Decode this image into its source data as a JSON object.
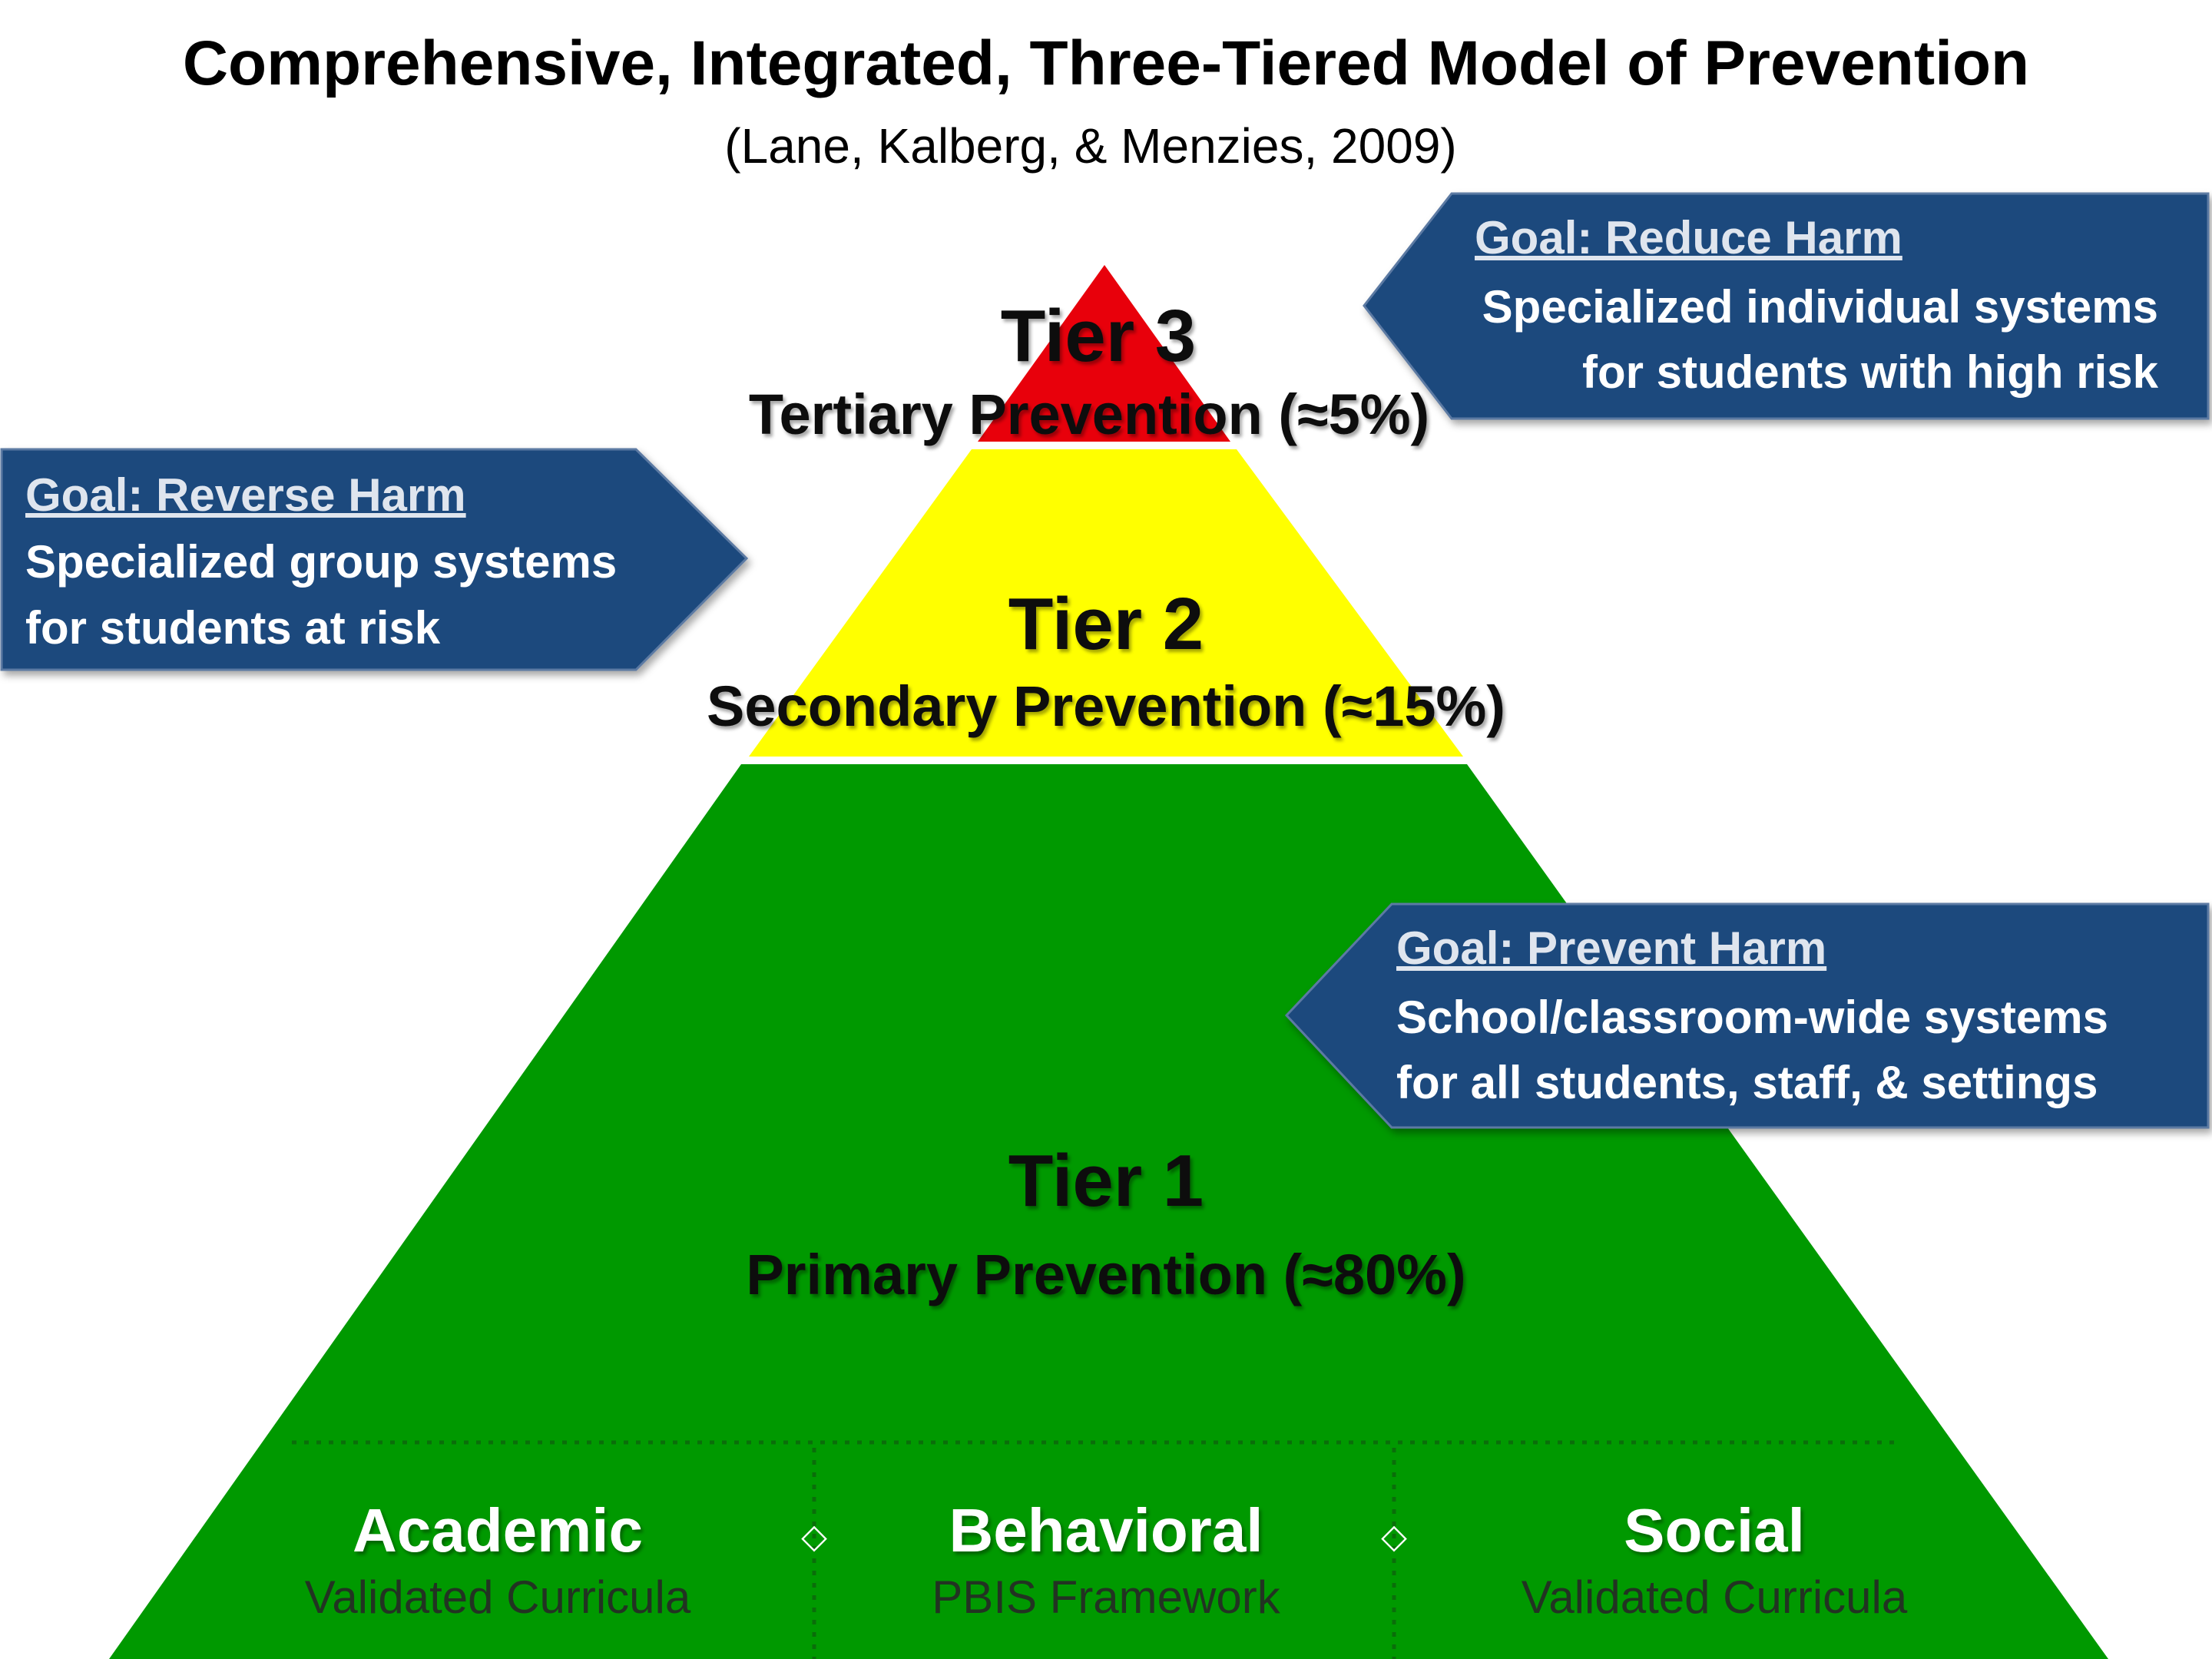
{
  "title": "Comprehensive, Integrated, Three-Tiered Model of Prevention",
  "subtitle": "(Lane, Kalberg, & Menzies, 2009)",
  "colors": {
    "tier3": "#e8000b",
    "tier2": "#ffff00",
    "tier1": "#009900",
    "callout": "#1f497d"
  },
  "tiers": [
    {
      "name": "Tier 3",
      "description": "Tertiary Prevention  (≈5%)"
    },
    {
      "name": "Tier 2",
      "description": "Secondary Prevention (≈15%)"
    },
    {
      "name": "Tier 1",
      "description": "Primary Prevention (≈80%)"
    }
  ],
  "callouts": [
    {
      "goal": "Goal: Reduce Harm",
      "lines": [
        "Specialized individual systems",
        "for students with high risk"
      ]
    },
    {
      "goal": "Goal: Reverse Harm",
      "lines": [
        "Specialized group systems",
        "for students at risk"
      ]
    },
    {
      "goal": "Goal: Prevent Harm",
      "lines": [
        "School/classroom-wide systems",
        "for all students, staff, & settings"
      ]
    }
  ],
  "domains": [
    {
      "name": "Academic",
      "sub": "Validated Curricula"
    },
    {
      "name": "Behavioral",
      "sub": "PBIS Framework"
    },
    {
      "name": "Social",
      "sub": "Validated Curricula"
    }
  ],
  "separator_glyph": "◇"
}
